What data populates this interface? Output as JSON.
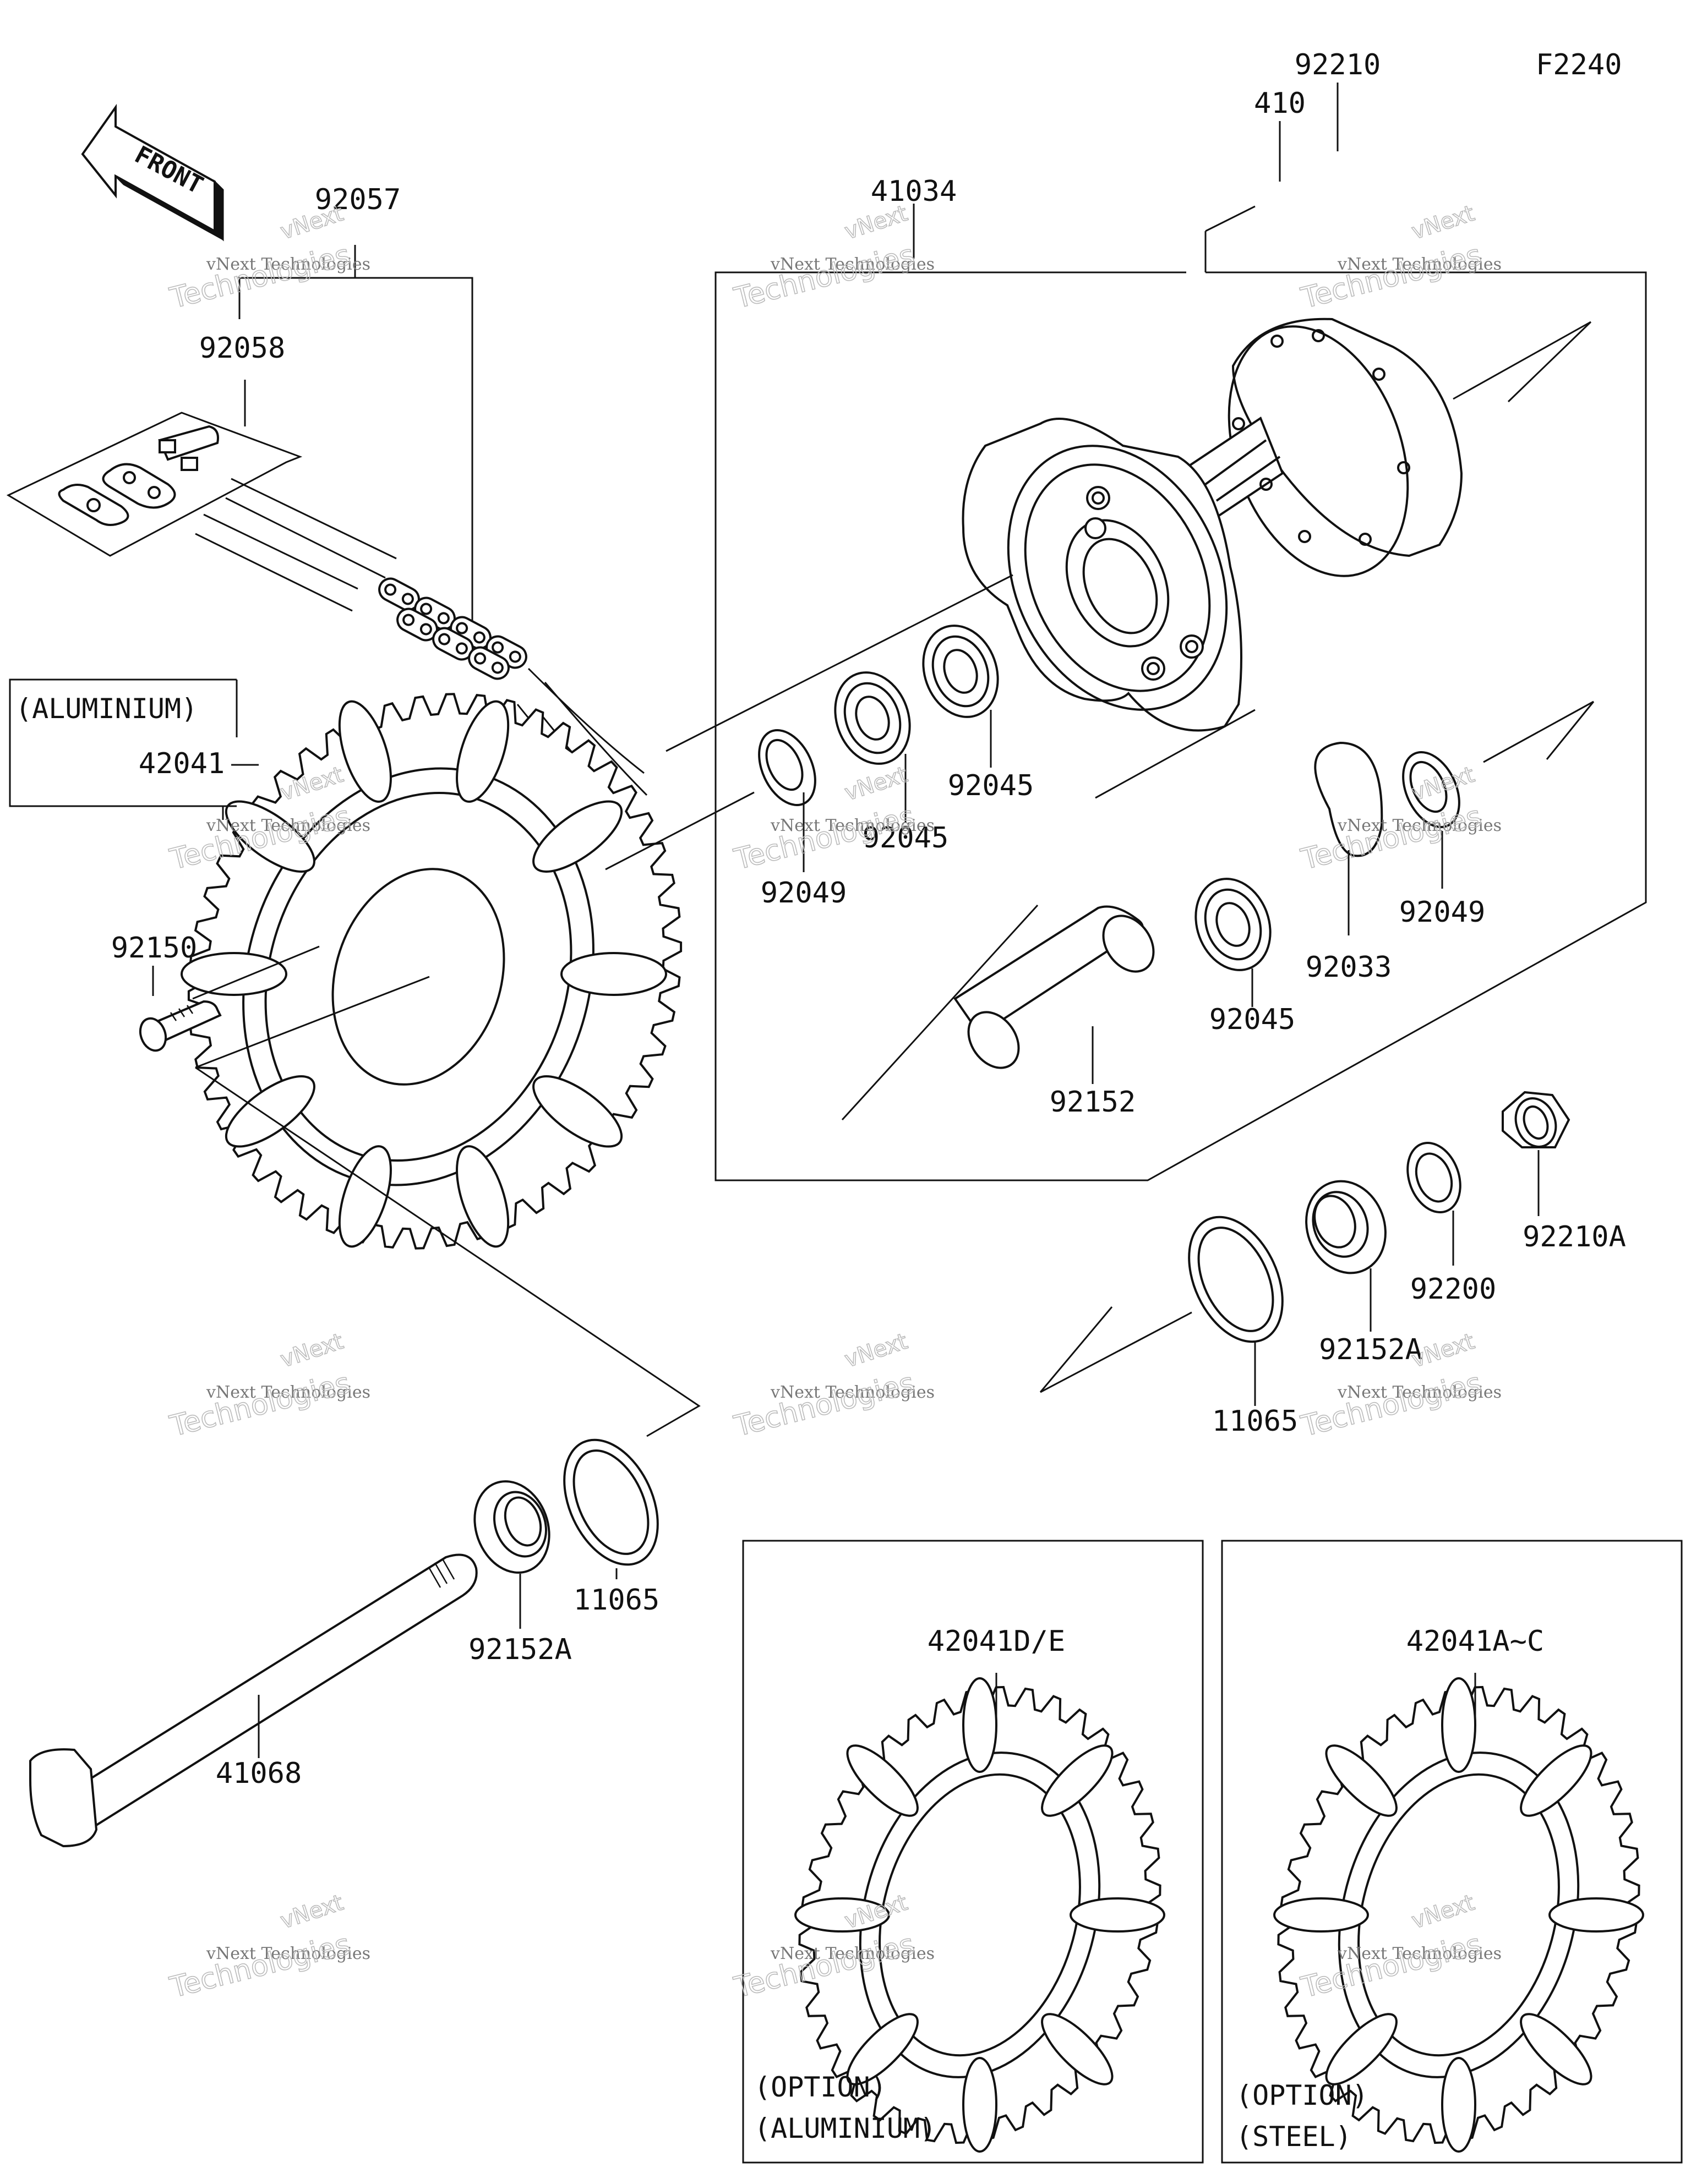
{
  "figure_code": "F2240",
  "front_label": "FRONT",
  "watermark": {
    "line1": "vNext Technologies",
    "line2": "vNext",
    "line3": "Technologies"
  },
  "parts": [
    {
      "id": "92210"
    },
    {
      "id": "410"
    },
    {
      "id": "41034"
    },
    {
      "id": "92057"
    },
    {
      "id": "92058"
    },
    {
      "id": "42041"
    },
    {
      "id": "92150"
    },
    {
      "id": "92045"
    },
    {
      "id": "92045"
    },
    {
      "id": "92045"
    },
    {
      "id": "92049"
    },
    {
      "id": "92049"
    },
    {
      "id": "92033"
    },
    {
      "id": "92152"
    },
    {
      "id": "92210A"
    },
    {
      "id": "92200"
    },
    {
      "id": "92152A"
    },
    {
      "id": "11065"
    },
    {
      "id": "11065"
    },
    {
      "id": "92152A"
    },
    {
      "id": "41068"
    },
    {
      "id": "42041D/E"
    },
    {
      "id": "42041A~C"
    }
  ],
  "notes": {
    "aluminium": "(ALUMINIUM)",
    "option": "(OPTION)",
    "steel": "(STEEL)"
  }
}
